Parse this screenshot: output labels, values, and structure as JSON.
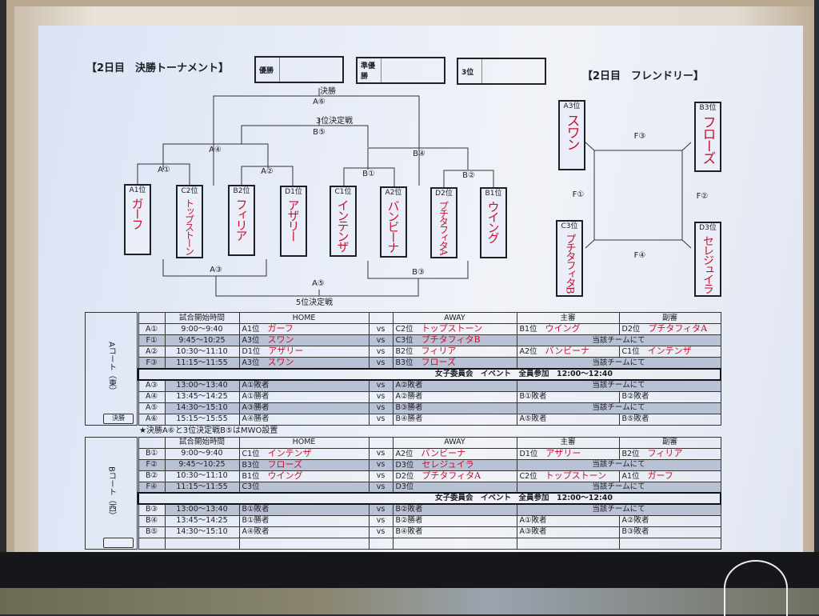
{
  "header": {
    "title": "【2日目　決勝トーナメント】",
    "winner_label": "優勝",
    "runner_up_label": "準優勝",
    "third_label": "3位",
    "friendly_title": "【2日目　フレンドリー】"
  },
  "bracket": {
    "final": "決勝",
    "final_code": "A⑥",
    "third_match": "3位決定戦",
    "third_code": "B⑤",
    "a4": "A④",
    "b4": "B④",
    "a1": "A①",
    "a2": "A②",
    "b1": "B①",
    "b2": "B②",
    "a3": "A③",
    "b3": "B③",
    "a5": "A⑤",
    "fifth_match": "5位決定戦",
    "teams": [
      {
        "seed": "A1位",
        "name": "ガーフ"
      },
      {
        "seed": "C2位",
        "name": "トップストーン"
      },
      {
        "seed": "B2位",
        "name": "フィリア"
      },
      {
        "seed": "D1位",
        "name": "アザリー"
      },
      {
        "seed": "C1位",
        "name": "インテンザ"
      },
      {
        "seed": "A2位",
        "name": "バンビーナ"
      },
      {
        "seed": "D2位",
        "name": "プチタフィタA"
      },
      {
        "seed": "B1位",
        "name": "ウイング"
      }
    ]
  },
  "friendly": {
    "teams": [
      {
        "seed": "A3位",
        "name": "スワン"
      },
      {
        "seed": "B3位",
        "name": "フローズ"
      },
      {
        "seed": "C3位",
        "name": "プチタフィタB"
      },
      {
        "seed": "D3位",
        "name": "セレジュイラ"
      }
    ],
    "f1": "F①",
    "f2": "F②",
    "f3": "F③",
    "f4": "F④"
  },
  "schedule": {
    "headers": {
      "time": "試合開始時間",
      "home": "HOME",
      "away": "AWAY",
      "referee": "主審",
      "sub_referee": "副審"
    },
    "vs": "vs",
    "same_team": "当該チームにて",
    "event": "女子委員会　イベント　全員参加　12:00〜12:40",
    "note": "★決勝A⑥と3位決定戦B⑤はMWO設置",
    "court_a": {
      "label": "Aコート（東）",
      "badge": "決勝",
      "rows": [
        {
          "code": "A①",
          "time": "9:00〜9:40",
          "home": "A1位",
          "home_hw": "ガーフ",
          "away": "C2位",
          "away_hw": "トップストーン",
          "ref": "B1位",
          "ref_hw": "ウイング",
          "sub": "D2位",
          "sub_hw": "プチタフィタA"
        },
        {
          "code": "F①",
          "time": "9:45〜10:25",
          "home": "A3位",
          "home_hw": "スワン",
          "away": "C3位",
          "away_hw": "プチタフィタB",
          "merged": true
        },
        {
          "code": "A②",
          "time": "10:30〜11:10",
          "home": "D1位",
          "home_hw": "アザリー",
          "away": "B2位",
          "away_hw": "フィリア",
          "ref": "A2位",
          "ref_hw": "バンビーナ",
          "sub": "C1位",
          "sub_hw": "インテンザ"
        },
        {
          "code": "F③",
          "time": "11:15〜11:55",
          "home": "A3位",
          "home_hw": "スワン",
          "away": "B3位",
          "away_hw": "フローズ",
          "merged": true
        },
        {
          "event": true
        },
        {
          "code": "A③",
          "time": "13:00〜13:40",
          "home": "A①敗者",
          "away": "A②敗者",
          "merged": true
        },
        {
          "code": "A④",
          "time": "13:45〜14:25",
          "home": "A①勝者",
          "away": "A②勝者",
          "ref": "B①敗者",
          "sub": "B②敗者"
        },
        {
          "code": "A⑤",
          "time": "14:30〜15:10",
          "home": "A③勝者",
          "away": "B③勝者",
          "merged": true
        },
        {
          "code": "A⑥",
          "time": "15:15〜15:55",
          "home": "A④勝者",
          "away": "B④勝者",
          "ref": "A⑤敗者",
          "sub": "B⑤敗者"
        }
      ]
    },
    "court_b": {
      "label": "Bコート（西）",
      "rows": [
        {
          "code": "B①",
          "time": "9:00〜9:40",
          "home": "C1位",
          "home_hw": "インテンザ",
          "away": "A2位",
          "away_hw": "バンビーナ",
          "ref": "D1位",
          "ref_hw": "アザリー",
          "sub": "B2位",
          "sub_hw": "フィリア"
        },
        {
          "code": "F②",
          "time": "9:45〜10:25",
          "home": "B3位",
          "home_hw": "フローズ",
          "away": "D3位",
          "away_hw": "セレジュイラ",
          "merged": true
        },
        {
          "code": "B②",
          "time": "10:30〜11:10",
          "home": "B1位",
          "home_hw": "ウイング",
          "away": "D2位",
          "away_hw": "プチタフィタA",
          "ref": "C2位",
          "ref_hw": "トップストーン",
          "sub": "A1位",
          "sub_hw": "ガーフ"
        },
        {
          "code": "F④",
          "time": "11:15〜11:55",
          "home": "C3位",
          "away": "D3位",
          "merged": true
        },
        {
          "event": true
        },
        {
          "code": "B③",
          "time": "13:00〜13:40",
          "home": "B①敗者",
          "away": "B②敗者",
          "merged": true
        },
        {
          "code": "B④",
          "time": "13:45〜14:25",
          "home": "B①勝者",
          "away": "B②勝者",
          "ref": "A①敗者",
          "sub": "A②敗者"
        },
        {
          "code": "B⑤",
          "time": "14:30〜15:10",
          "home": "A④敗者",
          "away": "B④敗者",
          "ref": "A③敗者",
          "sub": "B③敗者"
        },
        {
          "blank": true
        }
      ]
    }
  }
}
